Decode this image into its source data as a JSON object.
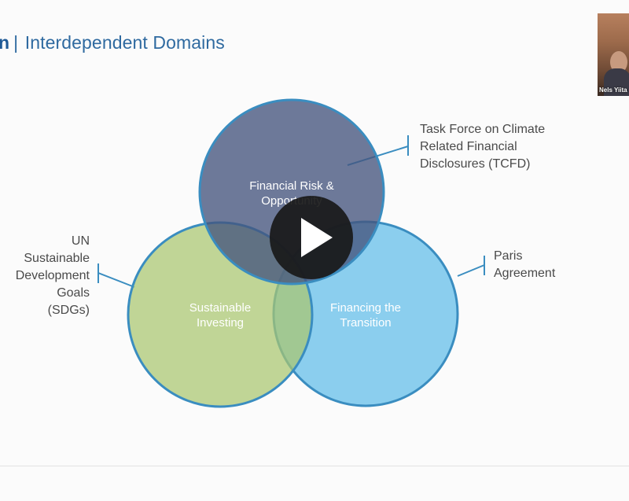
{
  "slide": {
    "title_partial": "n",
    "title_separator": "|",
    "title": "Interdependent Domains"
  },
  "diagram": {
    "circles": [
      {
        "label_line1": "Financial Risk &",
        "label_line2": "Opportunity",
        "fill": "#4f5f85",
        "stroke": "#3a8dc0"
      },
      {
        "label_line1": "Sustainable",
        "label_line2": "Investing",
        "fill": "#b3cc7f",
        "stroke": "#3a8dc0"
      },
      {
        "label_line1": "Financing the",
        "label_line2": "Transition",
        "fill": "#5fbde9",
        "stroke": "#3a8dc0"
      }
    ],
    "callouts": {
      "tcfd": [
        "Task Force on Climate",
        "Related Financial",
        "Disclosures (TCFD)"
      ],
      "paris": [
        "Paris",
        "Agreement"
      ],
      "sdgs": [
        "UN",
        "Sustainable",
        "Development",
        "Goals",
        "(SDGs)"
      ]
    }
  },
  "webcam": {
    "name": "Nels Yiita"
  },
  "player": {
    "icon": "play-icon"
  }
}
